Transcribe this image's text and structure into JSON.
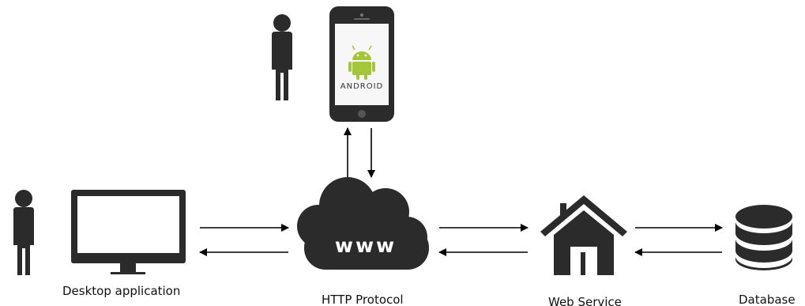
{
  "labels": {
    "desktop": "Desktop application",
    "http": "HTTP Protocol",
    "web_service": "Web Service",
    "database": "Database",
    "cloud_text": "www",
    "android_text": "ANDROID"
  },
  "colors": {
    "dark": "#2b2b2b",
    "android_green": "#a4c639",
    "screen_bg": "#f7f7f7",
    "line": "#000000"
  },
  "icons": [
    "person-icon",
    "mobile-phone-icon",
    "android-logo-icon",
    "monitor-icon",
    "cloud-icon",
    "house-icon",
    "database-icon"
  ]
}
